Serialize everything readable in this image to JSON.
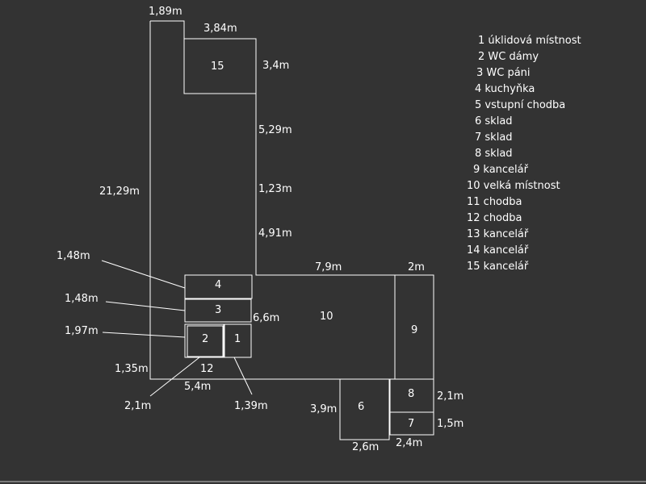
{
  "dimensions": {
    "d_1_89m": "1,89m",
    "d_3_84m": "3,84m",
    "d_3_4m": "3,4m",
    "d_5_29m": "5,29m",
    "d_1_23m": "1,23m",
    "d_4_91m": "4,91m",
    "d_21_29m": "21,29m",
    "d_1_48m_a": "1,48m",
    "d_1_48m_b": "1,48m",
    "d_1_97m": "1,97m",
    "d_1_35m": "1,35m",
    "d_5_4m": "5,4m",
    "d_2_1m_a": "2,1m",
    "d_1_39m": "1,39m",
    "d_7_9m": "7,9m",
    "d_2m": "2m",
    "d_6_6m": "6,6m",
    "d_3_9m": "3,9m",
    "d_2_6m": "2,6m",
    "d_2_1m_b": "2,1m",
    "d_1_5m": "1,5m",
    "d_2_4m": "2,4m"
  },
  "rooms": {
    "r1": "1",
    "r2": "2",
    "r3": "3",
    "r4": "4",
    "r6": "6",
    "r7": "7",
    "r8": "8",
    "r9": "9",
    "r10": "10",
    "r12": "12",
    "r15": "15"
  },
  "legend": [
    "1 úklidová místnost",
    "2 WC dámy",
    " 3 WC páni",
    " 4 kuchyňka",
    " 5 vstupní chodba",
    " 6 sklad",
    " 7 sklad",
    " 8 sklad",
    " 9 kancelář",
    "10 velká místnost",
    "11 chodba",
    "12 chodba",
    "13 kancelář",
    "14  kancelář",
    "15 kancelář"
  ],
  "colors": {
    "background": "#333333",
    "lines": "#ffffff",
    "text": "#ffffff"
  }
}
